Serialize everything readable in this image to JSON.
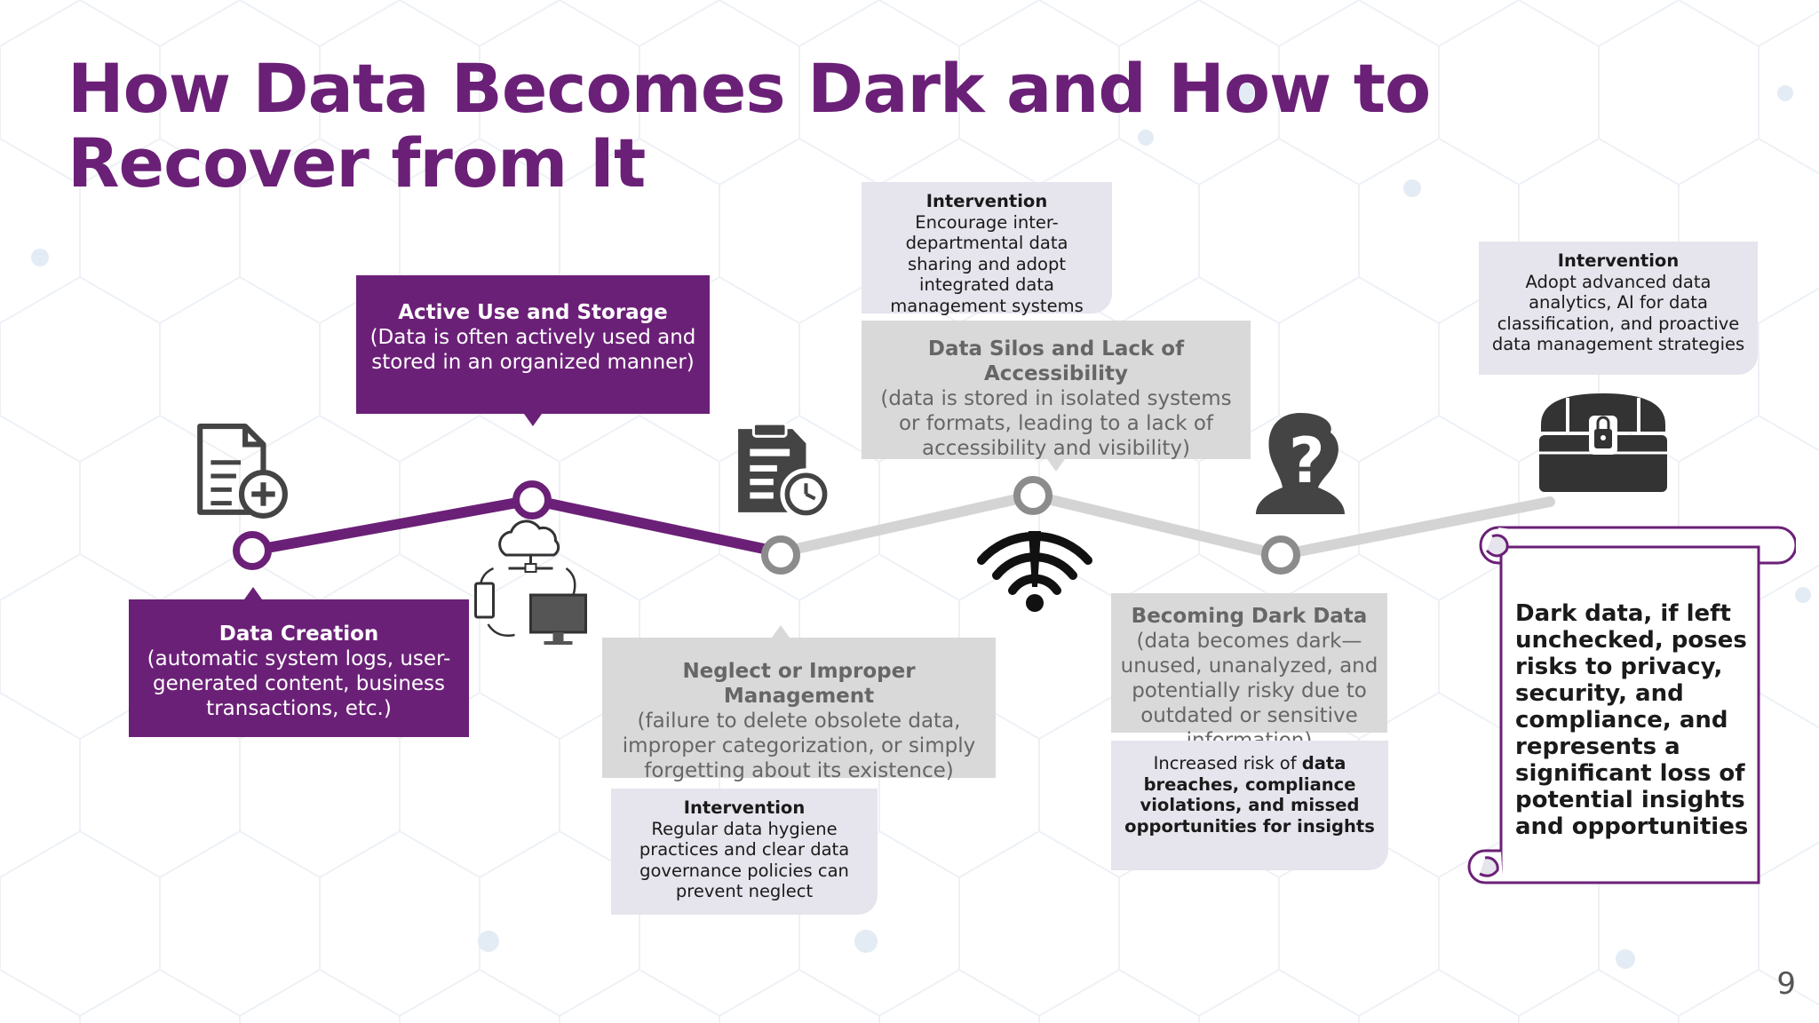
{
  "title_lines": [
    "How Data Becomes Dark and How to",
    "Recover from It"
  ],
  "stages": [
    {
      "title": "Data Creation",
      "body": "(automatic system logs, user-generated content, business transactions, etc.)"
    },
    {
      "title": "Active Use and Storage",
      "body": "(Data is often actively used and stored in an organized manner)"
    },
    {
      "title": "Neglect or Improper Management",
      "body": "(failure to delete obsolete data, improper categorization, or simply forgetting about its existence)"
    },
    {
      "title": "Data Silos and Lack of Accessibility",
      "body": "(data is stored in isolated systems or formats, leading to a lack of accessibility and visibility)"
    },
    {
      "title": "Becoming Dark Data",
      "body": "(data becomes dark—unused, unanalyzed, and potentially risky due to outdated or sensitive information)"
    }
  ],
  "interventions": [
    {
      "title": "Intervention",
      "body": "Regular data hygiene practices and clear data governance policies can prevent neglect"
    },
    {
      "title": "Intervention",
      "body": "Encourage inter-departmental data sharing and adopt integrated data management systems"
    },
    {
      "title": "Intervention",
      "body": "Adopt advanced data analytics, AI for data classification, and proactive data management strategies"
    }
  ],
  "risk_note": {
    "prefix": "Increased risk of ",
    "bold": "data breaches, compliance violations, and missed opportunities for insights"
  },
  "scroll_text": "Dark data, if left unchecked, poses risks to privacy, security, and compliance, and represents a significant loss of potential insights and opportunities",
  "page_number": "9",
  "colors": {
    "brand_purple": "#6b2077",
    "stage_grey": "#d9d9d9",
    "intervention_bg": "#e6e4ec",
    "line_grey": "#d4d4d4",
    "node_grey": "#8c8c8c"
  },
  "icons": [
    "document-add-icon",
    "cloud-network-icon",
    "document-clock-icon",
    "wifi-alert-icon",
    "person-question-icon",
    "treasure-chest-icon",
    "scroll-icon"
  ]
}
